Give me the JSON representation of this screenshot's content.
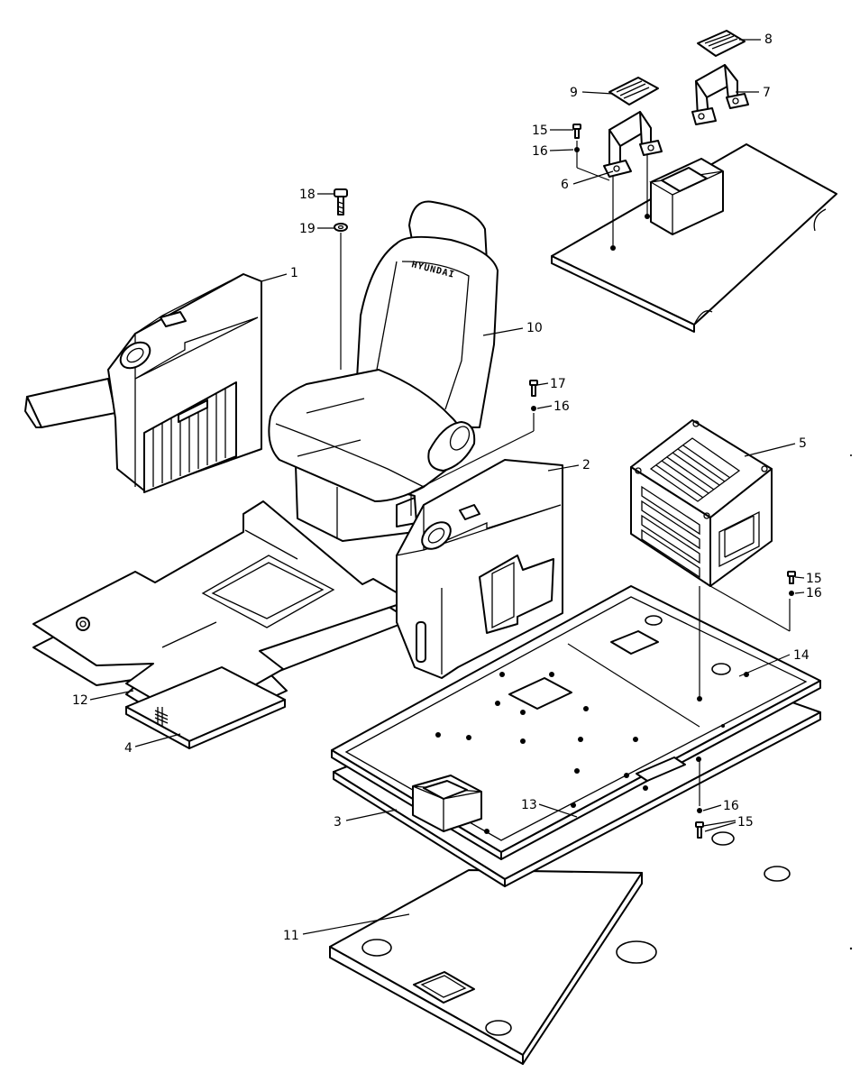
{
  "callouts": {
    "c1": "1",
    "c2": "2",
    "c3": "3",
    "c4": "4",
    "c5": "5",
    "c6": "6",
    "c7": "7",
    "c8": "8",
    "c9": "9",
    "c10": "10",
    "c11": "11",
    "c12": "12",
    "c13": "13",
    "c14": "14",
    "c15a": "15",
    "c16a": "16",
    "c18": "18",
    "c19": "19",
    "c17": "17",
    "c16b": "16",
    "c15b": "15",
    "c16c": "16",
    "c16d": "16",
    "c15c": "15"
  },
  "seat": {
    "brand": "HYUNDAI"
  }
}
